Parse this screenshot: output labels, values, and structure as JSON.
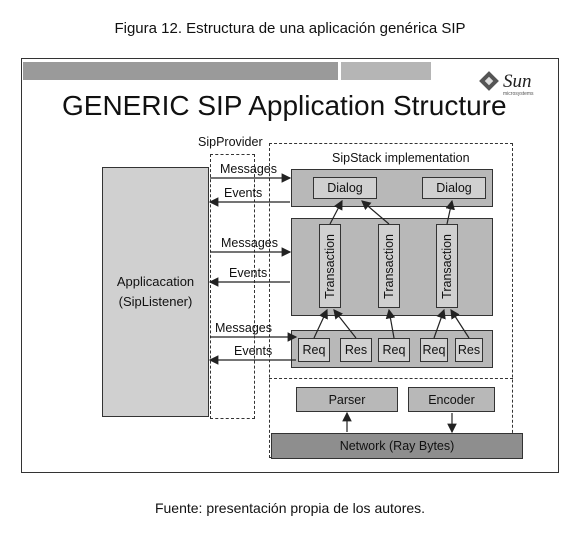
{
  "caption_top": "Figura 12. Estructura de una aplicación genérica SIP",
  "caption_bottom": "Fuente: presentación propia de los autores.",
  "slide": {
    "title": "GENERIC SIP Application Structure",
    "logo_text": "Sun",
    "logo_subtext": "microsystems"
  },
  "application": {
    "line1": "Applicacation",
    "line2": "(SipListener)"
  },
  "sip_provider_label": "SipProvider",
  "sipstack_label": "SipStack implementation",
  "arrows": {
    "messages": "Messages",
    "events": "Events"
  },
  "dialogs": [
    "Dialog",
    "Dialog"
  ],
  "transactions": [
    "Transaction",
    "Transaction",
    "Transaction"
  ],
  "req_res": [
    "Req",
    "Res",
    "Req",
    "Req",
    "Res"
  ],
  "parser": "Parser",
  "encoder": "Encoder",
  "network": "Network (Ray Bytes)"
}
